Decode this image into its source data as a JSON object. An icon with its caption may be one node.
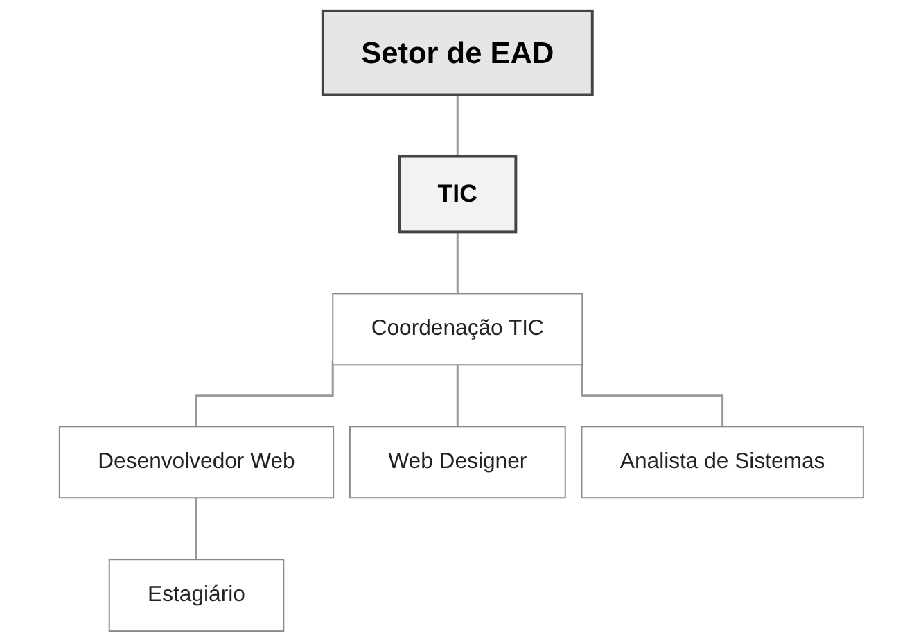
{
  "diagram": {
    "nodes": [
      {
        "text": [
          "Setor de EAD"
        ]
      },
      {
        "text": [
          "TIC"
        ]
      },
      {
        "text": [
          "Coordenação TIC"
        ]
      },
      {
        "text": [
          "Desenvolvedor Web"
        ]
      },
      {
        "text": [
          "Web Designer"
        ]
      },
      {
        "text": [
          "Analista de Sistemas"
        ]
      },
      {
        "text": [
          "Estagiário"
        ]
      }
    ],
    "edges": [
      {
        "from": 0,
        "to": 1,
        "arrow": "none"
      },
      {
        "from": 1,
        "to": 2,
        "arrow": "none"
      },
      {
        "from": 2,
        "to": 3,
        "arrow": "none"
      },
      {
        "from": 2,
        "to": 4,
        "arrow": "none"
      },
      {
        "from": 2,
        "to": 5,
        "arrow": "none"
      },
      {
        "from": 3,
        "to": 6,
        "arrow": "none"
      }
    ]
  }
}
